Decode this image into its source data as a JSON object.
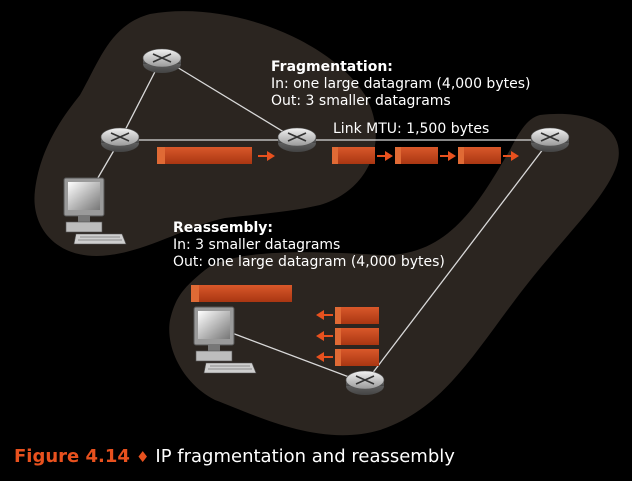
{
  "fragmentation": {
    "heading": "Fragmentation:",
    "line_in": "In: one large datagram (4,000 bytes)",
    "line_out": "Out: 3 smaller datagrams"
  },
  "link_mtu": "Link MTU: 1,500 bytes",
  "reassembly": {
    "heading": "Reassembly:",
    "line_in": "In: 3 smaller datagrams",
    "line_out": "Out: one large datagram (4,000 bytes)"
  },
  "caption": {
    "figure": "Figure 4.14",
    "separator": "♦",
    "text": "IP fragmentation and reassembly"
  },
  "colors": {
    "datagram": "#c2431a",
    "arrow": "#e8511e",
    "region": "#2b2520",
    "link": "#d9d9d9"
  },
  "icons": [
    "router-icon",
    "host-computer-icon",
    "datagram-icon",
    "right-arrow-icon",
    "left-arrow-icon"
  ]
}
